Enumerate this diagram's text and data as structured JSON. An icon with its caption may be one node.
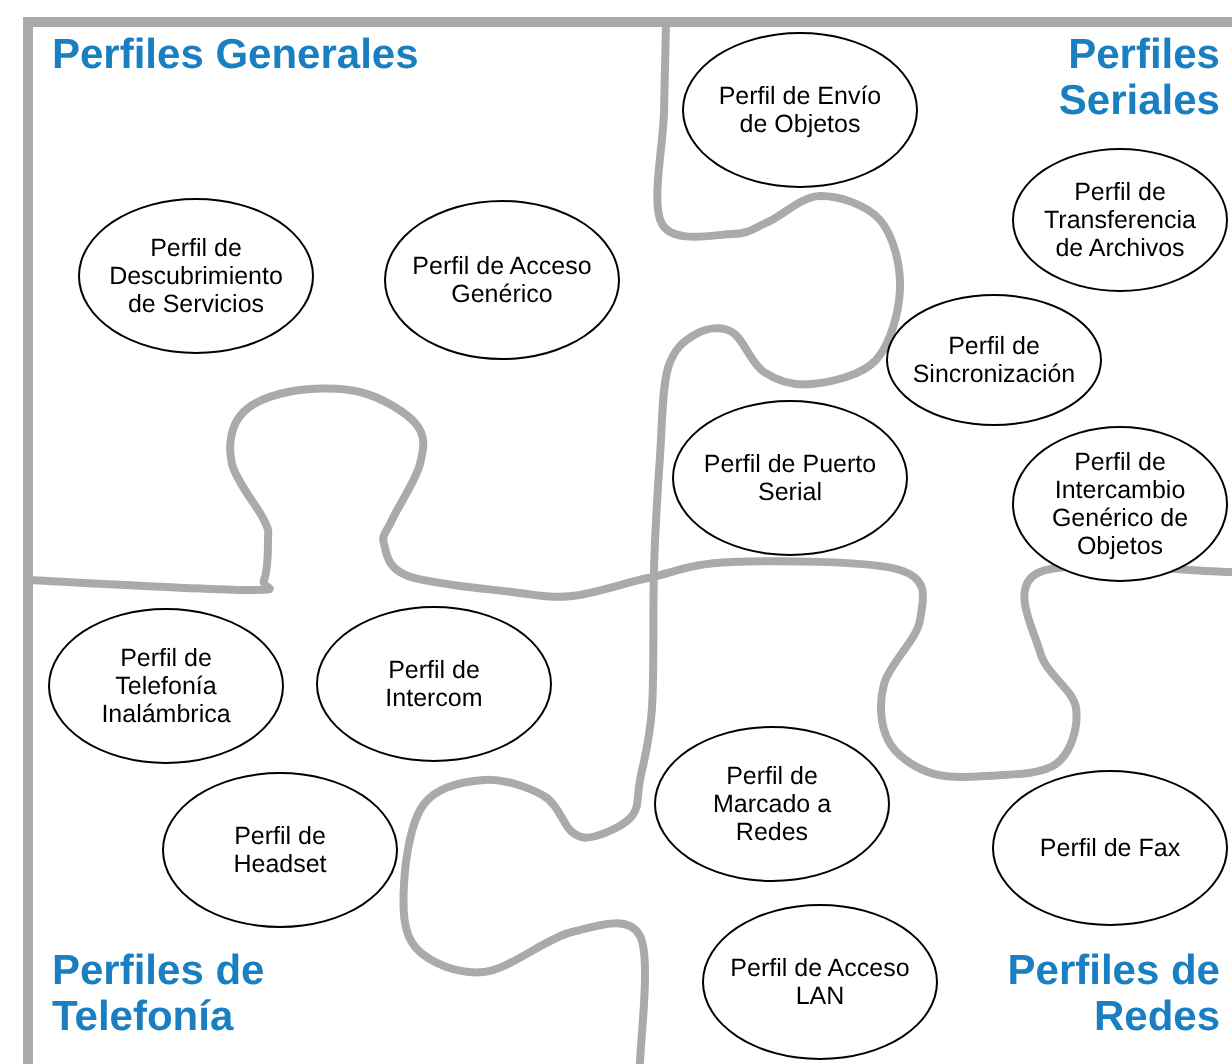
{
  "diagram": {
    "nodes": [
      {
        "text": [
          "Perfil de Descubrimiento de Servicios"
        ]
      },
      {
        "text": [
          "Perfil de Acceso Genérico"
        ]
      },
      {
        "text": [
          "Perfil de Envío de Objetos"
        ]
      },
      {
        "text": [
          "Perfil de Transferencia de Archivos"
        ]
      },
      {
        "text": [
          "Perfil de Sincronización"
        ]
      },
      {
        "text": [
          "Perfil de Puerto Serial"
        ]
      },
      {
        "text": [
          "Perfil de Intercambio Genérico de Objetos"
        ]
      },
      {
        "text": [
          "Perfil de Telefonía Inalámbrica"
        ]
      },
      {
        "text": [
          "Perfil de Intercom"
        ]
      },
      {
        "text": [
          "Perfil de Headset"
        ]
      },
      {
        "text": [
          "Perfil de Marcado a Redes"
        ]
      },
      {
        "text": [
          "Perfil de Fax"
        ]
      },
      {
        "text": [
          "Perfil de Acceso LAN"
        ]
      }
    ],
    "labels": [
      "Perfiles Generales",
      "Perfiles Seriales",
      "Perfiles de Telefonía",
      "Perfiles de Redes"
    ]
  }
}
